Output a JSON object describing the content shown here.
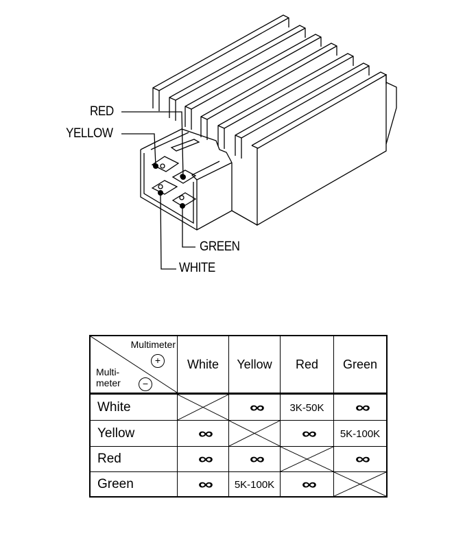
{
  "labels": {
    "red": "RED",
    "yellow": "YELLOW",
    "white": "WHITE",
    "green": "GREEN"
  },
  "table": {
    "corner_top": "Multimeter",
    "corner_bottom": "Multi-\nmeter",
    "plus": "+",
    "minus": "−",
    "columns": [
      "White",
      "Yellow",
      "Red",
      "Green"
    ],
    "rows": [
      {
        "label": "White",
        "cells": [
          "X",
          "∞",
          "3K-50K",
          "∞"
        ]
      },
      {
        "label": "Yellow",
        "cells": [
          "∞",
          "X",
          "∞",
          "5K-100K"
        ]
      },
      {
        "label": "Red",
        "cells": [
          "∞",
          "∞",
          "X",
          "∞"
        ]
      },
      {
        "label": "Green",
        "cells": [
          "∞",
          "5K-100K",
          "∞",
          "X"
        ]
      }
    ]
  }
}
